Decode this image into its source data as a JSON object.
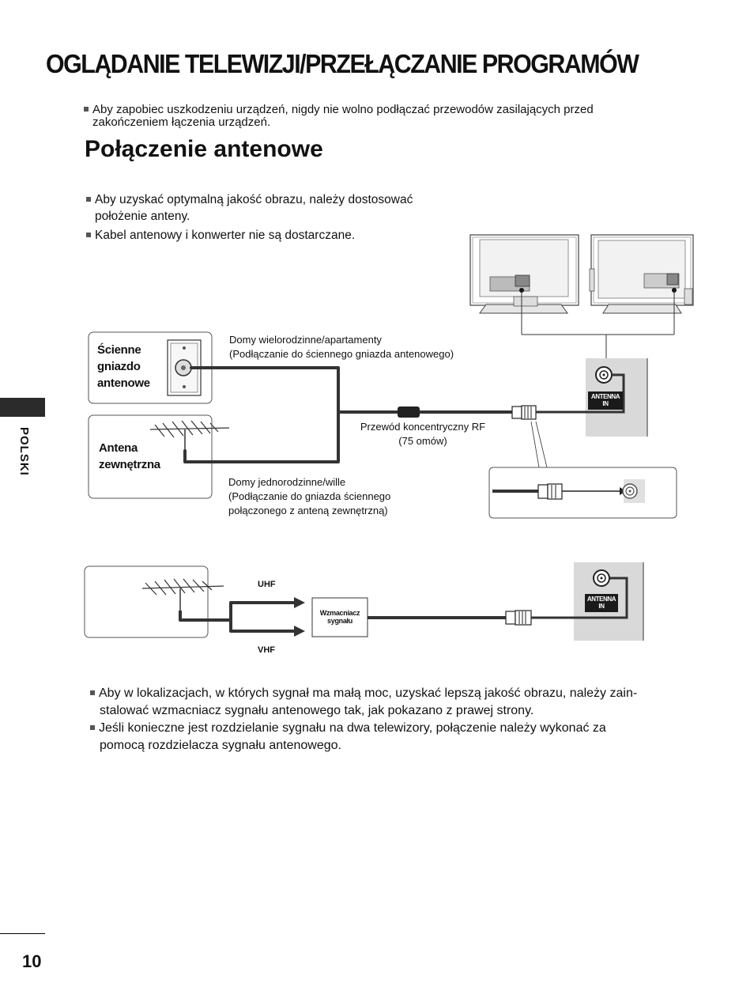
{
  "page": {
    "title": "OGLĄDANIE TELEWIZJI/PRZEŁĄCZANIE PROGRAMÓW",
    "top_note": {
      "line1": "Aby zapobiec uszkodzeniu urządzeń, nigdy nie wolno podłączać przewodów zasilających przed",
      "line2": "zakończeniem łączenia urządzeń."
    },
    "section_title": "Połączenie antenowe",
    "notes": [
      {
        "line1": "Aby uzyskać optymalną jakość obrazu, należy dostosować",
        "line2": "położenie anteny."
      },
      {
        "line1": "Kabel antenowy i konwerter nie są dostarczane."
      }
    ],
    "side_label": "POLSKI",
    "page_number": "10"
  },
  "diagram1": {
    "wall_socket": {
      "line1": "Ścienne",
      "line2": "gniazdo",
      "line3": "antenowe"
    },
    "outdoor_antenna": {
      "line1": "Antena",
      "line2": "zewnętrzna"
    },
    "multi_family": {
      "line1": "Domy wielorodzinne/apartamenty",
      "line2": "(Podłączanie do ściennego gniazda antenowego)"
    },
    "single_family": {
      "line1": "Domy jednorodzinne/wille",
      "line2": "(Podłączanie do gniazda ściennego",
      "line3": "połączonego z anteną zewnętrzną)"
    },
    "cable": {
      "line1": "Przewód koncentryczny RF",
      "line2": "(75 omów)"
    },
    "port": {
      "line1": "ANTENNA",
      "line2": "IN"
    }
  },
  "diagram2": {
    "uhf": "UHF",
    "vhf": "VHF",
    "amplifier": {
      "line1": "Wzmacniacz",
      "line2": "sygnału"
    },
    "port": {
      "line1": "ANTENNA",
      "line2": "IN"
    }
  },
  "bottom_notes": [
    {
      "line1": "Aby w lokalizacjach, w których sygnał ma małą moc, uzyskać lepszą jakość obrazu, należy zain-",
      "line2": "stalować wzmacniacz sygnału antenowego tak, jak pokazano z prawej strony."
    },
    {
      "line1": "Jeśli konieczne jest rozdzielanie sygnału na dwa telewizory, połączenie należy wykonać za",
      "line2": "pomocą rozdzielacza sygnału antenowego."
    }
  ],
  "colors": {
    "text": "#111111",
    "cable": "#333333",
    "panel_bg": "#d9d9d9",
    "lang_bar": "#2b2b2b"
  }
}
